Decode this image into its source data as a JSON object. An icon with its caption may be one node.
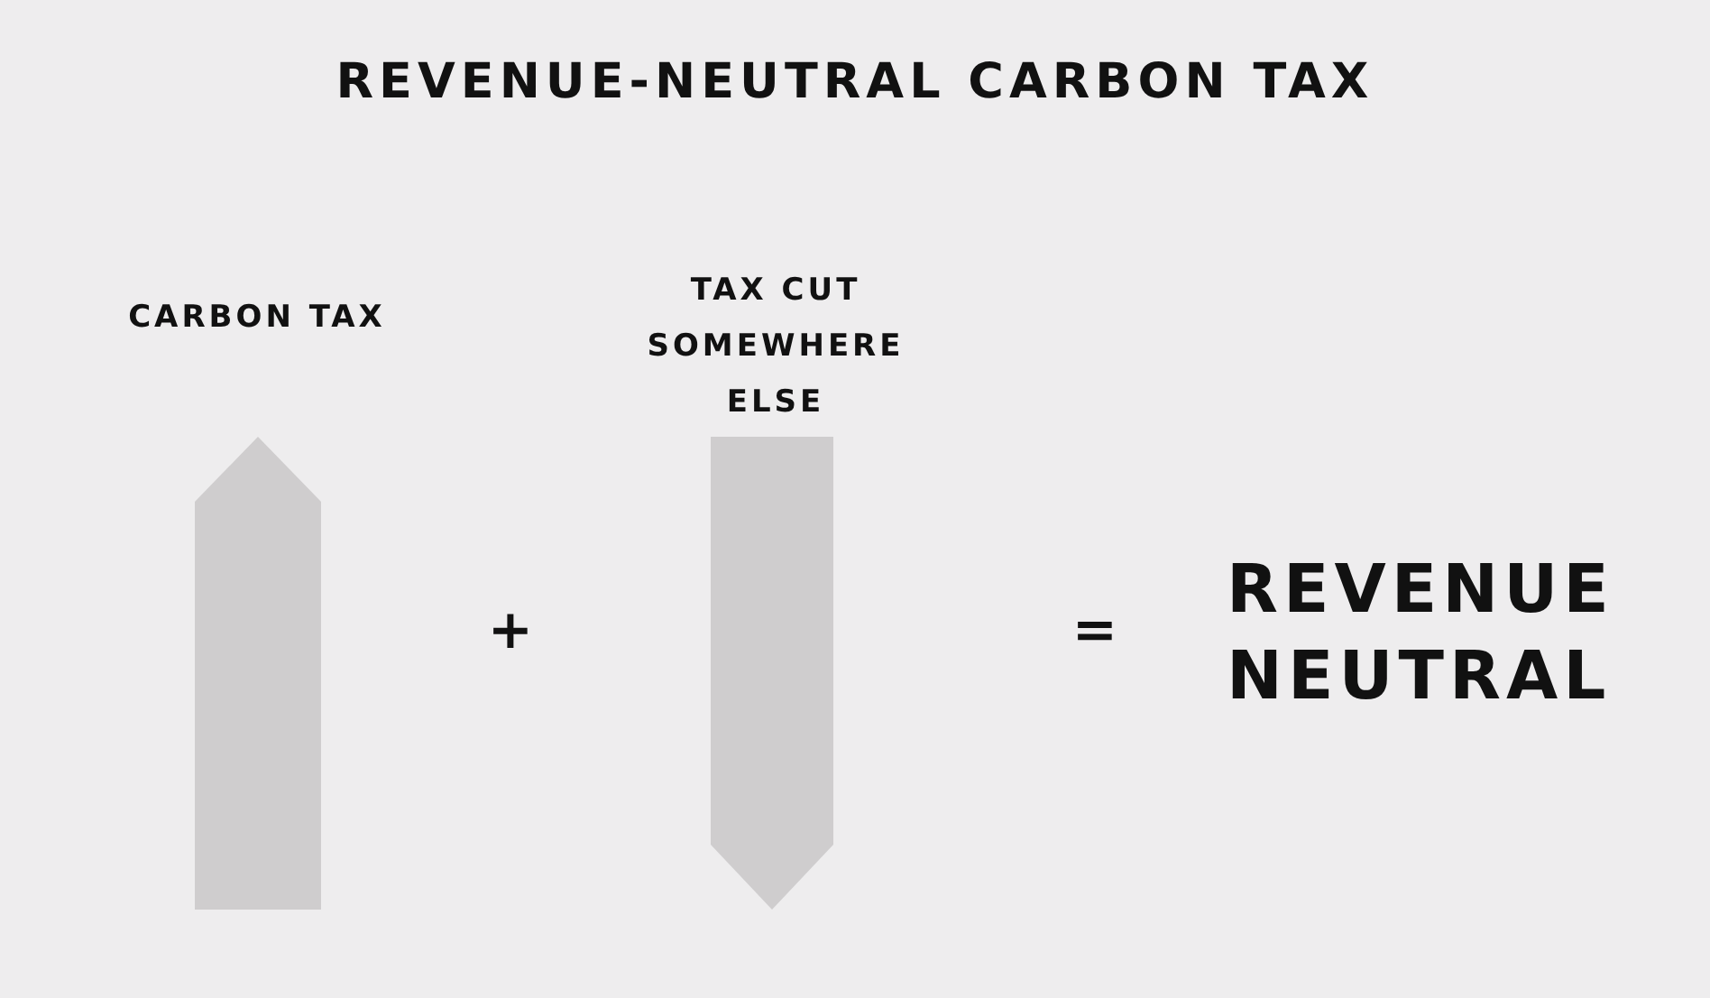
{
  "diagram": {
    "title": "REVENUE-NEUTRAL CARBON TAX",
    "nodes": [
      {
        "text": [
          "CARBON TAX"
        ]
      },
      {
        "text": [
          "TAX CUT SOMEWHERE ELSE"
        ]
      }
    ],
    "labels": [
      "+",
      "=",
      "REVENUE NEUTRAL"
    ]
  }
}
